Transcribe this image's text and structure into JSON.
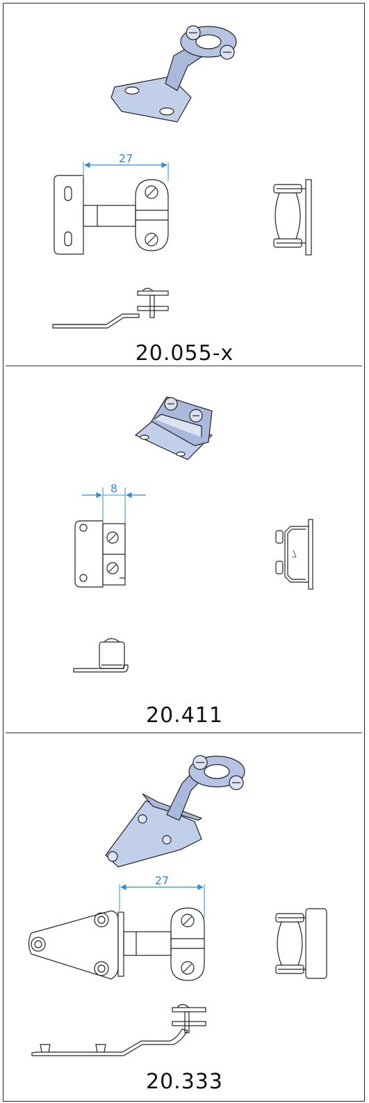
{
  "products": [
    {
      "code": "20.055-x",
      "dimension": "27"
    },
    {
      "code": "20.411",
      "dimension": "8"
    },
    {
      "code": "20.333",
      "dimension": "27"
    }
  ],
  "colors": {
    "dimension_blue": "#2e8bdb",
    "part_blue": "#b9c7e3",
    "outline": "#222222"
  }
}
